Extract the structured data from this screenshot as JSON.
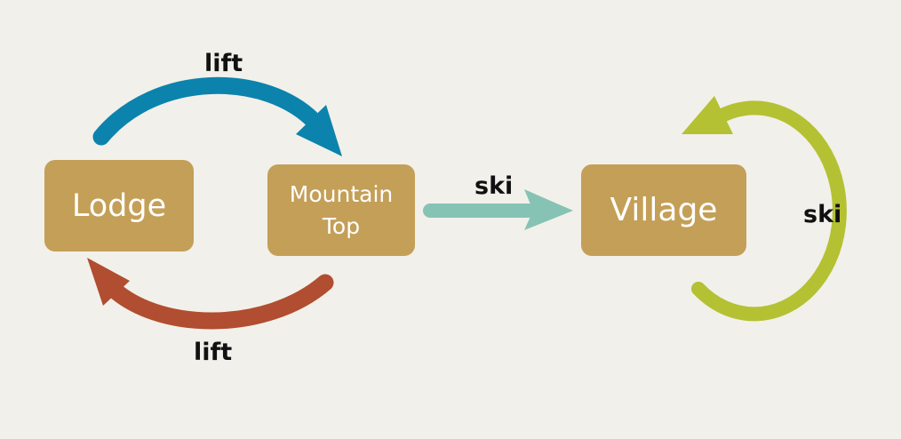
{
  "nodes": {
    "lodge": "Lodge",
    "mountain_line1": "Mountain",
    "mountain_line2": "Top",
    "village": "Village"
  },
  "edges": {
    "lodge_to_mountain": "lift",
    "mountain_to_lodge": "lift",
    "mountain_to_village": "ski",
    "village_loop": "ski"
  },
  "colors": {
    "background": "#f2f0ea",
    "node_fill": "#c49f57",
    "node_text": "#ffffff",
    "lift_up_arrow": "#0b83ad",
    "lift_down_arrow": "#b14d30",
    "ski_arrow": "#86c3b5",
    "ski_loop_arrow": "#b4c132"
  }
}
